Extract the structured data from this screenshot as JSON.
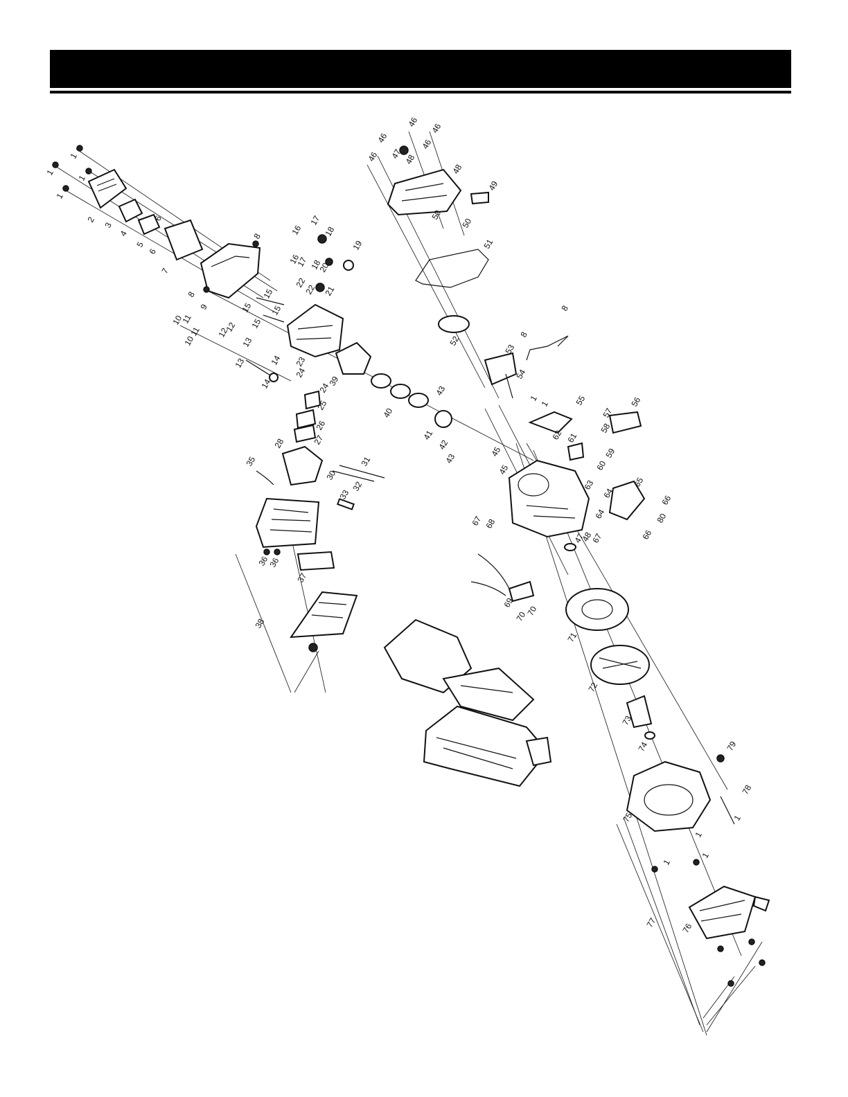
{
  "header": {
    "title": ""
  },
  "part_numbers": {
    "n1": "1",
    "n2": "2",
    "n3": "3",
    "n4": "4",
    "n5": "5",
    "n6": "6",
    "n7": "7",
    "n8": "8",
    "n9": "9",
    "n10": "10",
    "n11": "11",
    "n12": "12",
    "n13": "13",
    "n14": "14",
    "n15": "15",
    "n16": "16",
    "n17": "17",
    "n18": "18",
    "n19": "19",
    "n20": "20",
    "n21": "21",
    "n22": "22",
    "n23": "23",
    "n24": "24",
    "n25": "25",
    "n26": "26",
    "n27": "27",
    "n28": "28",
    "n30": "30",
    "n31": "31",
    "n32": "32",
    "n33": "33",
    "n35": "35",
    "n36": "36",
    "n37": "37",
    "n38": "38",
    "n39": "39",
    "n40": "40",
    "n41": "41",
    "n42": "42",
    "n43": "43",
    "n45": "45",
    "n46": "46",
    "n47": "47",
    "n48": "48",
    "n49": "49",
    "n50": "50",
    "n51": "51",
    "n52": "52",
    "n53": "53",
    "n54": "54",
    "n55": "55",
    "n56": "56",
    "n57": "57",
    "n58": "58",
    "n59": "59",
    "n60": "60",
    "n61": "61",
    "n62": "62",
    "n63": "63",
    "n64": "64",
    "n65": "65",
    "n66": "66",
    "n67": "67",
    "n68": "68",
    "n69": "69",
    "n70": "70",
    "n71": "71",
    "n72": "72",
    "n73": "73",
    "n74": "74",
    "n75": "75",
    "n76": "76",
    "n77": "77",
    "n78": "78",
    "n79": "79",
    "n80": "80"
  }
}
